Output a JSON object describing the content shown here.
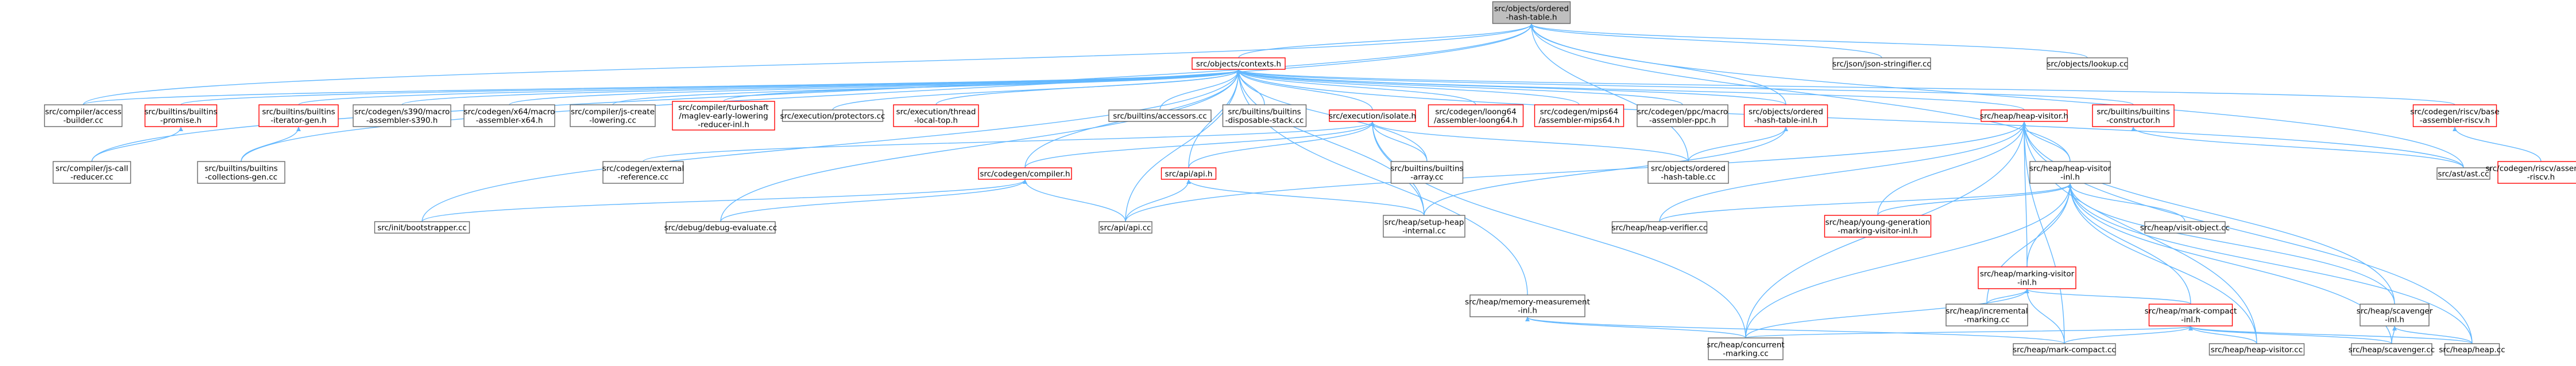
{
  "colors": {
    "root_fill": "#bfbfbf",
    "root_border": "#666666",
    "header_border": "#ff0000",
    "file_border": "#666666",
    "edge": "#63b8ff"
  },
  "nodes": [
    {
      "id": "root",
      "kind": "root",
      "lines": [
        "src/objects/ordered",
        "-hash-table.h"
      ]
    },
    {
      "id": "contexts",
      "kind": "header",
      "lines": [
        "src/objects/contexts.h"
      ]
    },
    {
      "id": "json",
      "kind": "file",
      "lines": [
        "src/json/json-stringifier.cc"
      ]
    },
    {
      "id": "lookup",
      "kind": "file",
      "lines": [
        "src/objects/lookup.cc"
      ]
    },
    {
      "id": "access_builder",
      "kind": "file",
      "lines": [
        "src/compiler/access",
        "-builder.cc"
      ]
    },
    {
      "id": "builtins_promise",
      "kind": "header",
      "lines": [
        "src/builtins/builtins",
        "-promise.h"
      ]
    },
    {
      "id": "iterator_gen",
      "kind": "header",
      "lines": [
        "src/builtins/builtins",
        "-iterator-gen.h"
      ]
    },
    {
      "id": "s390",
      "kind": "file",
      "lines": [
        "src/codegen/s390/macro",
        "-assembler-s390.h"
      ]
    },
    {
      "id": "x64",
      "kind": "file",
      "lines": [
        "src/codegen/x64/macro",
        "-assembler-x64.h"
      ]
    },
    {
      "id": "js_create",
      "kind": "file",
      "lines": [
        "src/compiler/js-create",
        "-lowering.cc"
      ]
    },
    {
      "id": "maglev",
      "kind": "header",
      "lines": [
        "src/compiler/turboshaft",
        "/maglev-early-lowering",
        "-reducer-inl.h"
      ]
    },
    {
      "id": "protectors",
      "kind": "file",
      "lines": [
        "src/execution/protectors.cc"
      ]
    },
    {
      "id": "thread_local",
      "kind": "header",
      "lines": [
        "src/execution/thread",
        "-local-top.h"
      ]
    },
    {
      "id": "accessors",
      "kind": "file",
      "lines": [
        "src/builtins/accessors.cc"
      ]
    },
    {
      "id": "disposable",
      "kind": "file",
      "lines": [
        "src/builtins/builtins",
        "-disposable-stack.cc"
      ]
    },
    {
      "id": "isolate",
      "kind": "header",
      "lines": [
        "src/execution/isolate.h"
      ]
    },
    {
      "id": "loong64",
      "kind": "header",
      "lines": [
        "src/codegen/loong64",
        "/assembler-loong64.h"
      ]
    },
    {
      "id": "mips64",
      "kind": "header",
      "lines": [
        "src/codegen/mips64",
        "/assembler-mips64.h"
      ]
    },
    {
      "id": "ppc",
      "kind": "file",
      "lines": [
        "src/codegen/ppc/macro",
        "-assembler-ppc.h"
      ]
    },
    {
      "id": "ordered_inl",
      "kind": "header",
      "lines": [
        "src/objects/ordered",
        "-hash-table-inl.h"
      ]
    },
    {
      "id": "heap_visitor_h",
      "kind": "header",
      "lines": [
        "src/heap/heap-visitor.h"
      ]
    },
    {
      "id": "constructor",
      "kind": "header",
      "lines": [
        "src/builtins/builtins",
        "-constructor.h"
      ]
    },
    {
      "id": "riscv_base",
      "kind": "header",
      "lines": [
        "src/codegen/riscv/base",
        "-assembler-riscv.h"
      ]
    },
    {
      "id": "js_call",
      "kind": "file",
      "lines": [
        "src/compiler/js-call",
        "-reducer.cc"
      ]
    },
    {
      "id": "collections",
      "kind": "file",
      "lines": [
        "src/builtins/builtins",
        "-collections-gen.cc"
      ]
    },
    {
      "id": "external_ref",
      "kind": "file",
      "lines": [
        "src/codegen/external",
        "-reference.cc"
      ]
    },
    {
      "id": "compiler_h",
      "kind": "header",
      "lines": [
        "src/codegen/compiler.h"
      ]
    },
    {
      "id": "api_h",
      "kind": "header",
      "lines": [
        "src/api/api.h"
      ]
    },
    {
      "id": "builtins_array",
      "kind": "file",
      "lines": [
        "src/builtins/builtins",
        "-array.cc"
      ]
    },
    {
      "id": "ordered_cc",
      "kind": "file",
      "lines": [
        "src/objects/ordered",
        "-hash-table.cc"
      ]
    },
    {
      "id": "heap_visitor_inl",
      "kind": "file",
      "lines": [
        "src/heap/heap-visitor",
        "-inl.h"
      ]
    },
    {
      "id": "ast",
      "kind": "file",
      "lines": [
        "src/ast/ast.cc"
      ]
    },
    {
      "id": "riscv_asm",
      "kind": "header",
      "lines": [
        "src/codegen/riscv/assembler",
        "-riscv.h"
      ]
    },
    {
      "id": "bootstrapper",
      "kind": "file",
      "lines": [
        "src/init/bootstrapper.cc"
      ]
    },
    {
      "id": "debug_eval",
      "kind": "file",
      "lines": [
        "src/debug/debug-evaluate.cc"
      ]
    },
    {
      "id": "api_cc",
      "kind": "file",
      "lines": [
        "src/api/api.cc"
      ]
    },
    {
      "id": "setup_heap",
      "kind": "file",
      "lines": [
        "src/heap/setup-heap",
        "-internal.cc"
      ]
    },
    {
      "id": "heap_verifier",
      "kind": "file",
      "lines": [
        "src/heap/heap-verifier.cc"
      ]
    },
    {
      "id": "young_gen",
      "kind": "header",
      "lines": [
        "src/heap/young-generation",
        "-marking-visitor-inl.h"
      ]
    },
    {
      "id": "visit_object",
      "kind": "file",
      "lines": [
        "src/heap/visit-object.cc"
      ]
    },
    {
      "id": "marking_visitor",
      "kind": "header",
      "lines": [
        "src/heap/marking-visitor",
        "-inl.h"
      ]
    },
    {
      "id": "mem_measure",
      "kind": "file",
      "lines": [
        "src/heap/memory-measurement",
        "-inl.h"
      ]
    },
    {
      "id": "incr_marking",
      "kind": "file",
      "lines": [
        "src/heap/incremental",
        "-marking.cc"
      ]
    },
    {
      "id": "mark_compact_inl",
      "kind": "header",
      "lines": [
        "src/heap/mark-compact",
        "-inl.h"
      ]
    },
    {
      "id": "scavenger_inl",
      "kind": "file",
      "lines": [
        "src/heap/scavenger",
        "-inl.h"
      ]
    },
    {
      "id": "concurrent",
      "kind": "file",
      "lines": [
        "src/heap/concurrent",
        "-marking.cc"
      ]
    },
    {
      "id": "mark_compact_cc",
      "kind": "file",
      "lines": [
        "src/heap/mark-compact.cc"
      ]
    },
    {
      "id": "heap_visitor_cc",
      "kind": "file",
      "lines": [
        "src/heap/heap-visitor.cc"
      ]
    },
    {
      "id": "scavenger_cc",
      "kind": "file",
      "lines": [
        "src/heap/scavenger.cc"
      ]
    },
    {
      "id": "heap_cc",
      "kind": "file",
      "lines": [
        "src/heap/heap.cc"
      ]
    }
  ],
  "edges": [
    [
      "contexts",
      "root"
    ],
    [
      "json",
      "root"
    ],
    [
      "lookup",
      "root"
    ],
    [
      "access_builder",
      "root"
    ],
    [
      "js_call",
      "root"
    ],
    [
      "collections",
      "root"
    ],
    [
      "ordered_inl",
      "root"
    ],
    [
      "ordered_cc",
      "root"
    ],
    [
      "heap_visitor_inl",
      "root"
    ],
    [
      "ast",
      "root"
    ],
    [
      "access_builder",
      "contexts"
    ],
    [
      "builtins_promise",
      "contexts"
    ],
    [
      "iterator_gen",
      "contexts"
    ],
    [
      "s390",
      "contexts"
    ],
    [
      "x64",
      "contexts"
    ],
    [
      "js_create",
      "contexts"
    ],
    [
      "maglev",
      "contexts"
    ],
    [
      "protectors",
      "contexts"
    ],
    [
      "thread_local",
      "contexts"
    ],
    [
      "accessors",
      "contexts"
    ],
    [
      "disposable",
      "contexts"
    ],
    [
      "isolate",
      "contexts"
    ],
    [
      "loong64",
      "contexts"
    ],
    [
      "mips64",
      "contexts"
    ],
    [
      "ppc",
      "contexts"
    ],
    [
      "ordered_inl",
      "contexts"
    ],
    [
      "heap_visitor_h",
      "contexts"
    ],
    [
      "constructor",
      "contexts"
    ],
    [
      "riscv_base",
      "contexts"
    ],
    [
      "ast",
      "contexts"
    ],
    [
      "compiler_h",
      "contexts"
    ],
    [
      "api_h",
      "contexts"
    ],
    [
      "builtins_array",
      "contexts"
    ],
    [
      "api_cc",
      "contexts"
    ],
    [
      "setup_heap",
      "contexts"
    ],
    [
      "mem_measure",
      "contexts"
    ],
    [
      "debug_eval",
      "contexts"
    ],
    [
      "bootstrapper",
      "contexts"
    ],
    [
      "js_call",
      "builtins_promise"
    ],
    [
      "collections",
      "iterator_gen"
    ],
    [
      "external_ref",
      "isolate"
    ],
    [
      "compiler_h",
      "isolate"
    ],
    [
      "api_h",
      "isolate"
    ],
    [
      "builtins_array",
      "isolate"
    ],
    [
      "ordered_cc",
      "isolate"
    ],
    [
      "setup_heap",
      "isolate"
    ],
    [
      "concurrent",
      "isolate"
    ],
    [
      "ordered_cc",
      "ordered_inl"
    ],
    [
      "setup_heap",
      "ordered_inl"
    ],
    [
      "heap_visitor_inl",
      "heap_visitor_h"
    ],
    [
      "young_gen",
      "heap_visitor_h"
    ],
    [
      "marking_visitor",
      "heap_visitor_h"
    ],
    [
      "heap_verifier",
      "heap_visitor_h"
    ],
    [
      "api_cc",
      "heap_visitor_h"
    ],
    [
      "concurrent",
      "heap_visitor_h"
    ],
    [
      "scavenger_inl",
      "heap_visitor_h"
    ],
    [
      "heap_cc",
      "heap_visitor_h"
    ],
    [
      "heap_visitor_cc",
      "heap_visitor_h"
    ],
    [
      "mark_compact_cc",
      "heap_visitor_h"
    ],
    [
      "ast",
      "constructor"
    ],
    [
      "riscv_asm",
      "riscv_base"
    ],
    [
      "bootstrapper",
      "compiler_h"
    ],
    [
      "debug_eval",
      "compiler_h"
    ],
    [
      "api_cc",
      "compiler_h"
    ],
    [
      "api_cc",
      "api_h"
    ],
    [
      "setup_heap",
      "api_h"
    ],
    [
      "heap_verifier",
      "heap_visitor_inl"
    ],
    [
      "young_gen",
      "heap_visitor_inl"
    ],
    [
      "visit_object",
      "heap_visitor_inl"
    ],
    [
      "marking_visitor",
      "heap_visitor_inl"
    ],
    [
      "mark_compact_inl",
      "heap_visitor_inl"
    ],
    [
      "scavenger_inl",
      "heap_visitor_inl"
    ],
    [
      "incr_marking",
      "heap_visitor_inl"
    ],
    [
      "concurrent",
      "heap_visitor_inl"
    ],
    [
      "heap_visitor_cc",
      "heap_visitor_inl"
    ],
    [
      "scavenger_cc",
      "heap_visitor_inl"
    ],
    [
      "heap_cc",
      "heap_visitor_inl"
    ],
    [
      "incr_marking",
      "marking_visitor"
    ],
    [
      "mark_compact_inl",
      "marking_visitor"
    ],
    [
      "concurrent",
      "marking_visitor"
    ],
    [
      "mark_compact_cc",
      "marking_visitor"
    ],
    [
      "concurrent",
      "mem_measure"
    ],
    [
      "mark_compact_cc",
      "mem_measure"
    ],
    [
      "concurrent",
      "mark_compact_inl"
    ],
    [
      "mark_compact_cc",
      "mark_compact_inl"
    ],
    [
      "heap_visitor_cc",
      "mark_compact_inl"
    ],
    [
      "scavenger_cc",
      "mark_compact_inl"
    ],
    [
      "heap_cc",
      "mark_compact_inl"
    ],
    [
      "scavenger_cc",
      "scavenger_inl"
    ],
    [
      "heap_cc",
      "scavenger_inl"
    ]
  ]
}
